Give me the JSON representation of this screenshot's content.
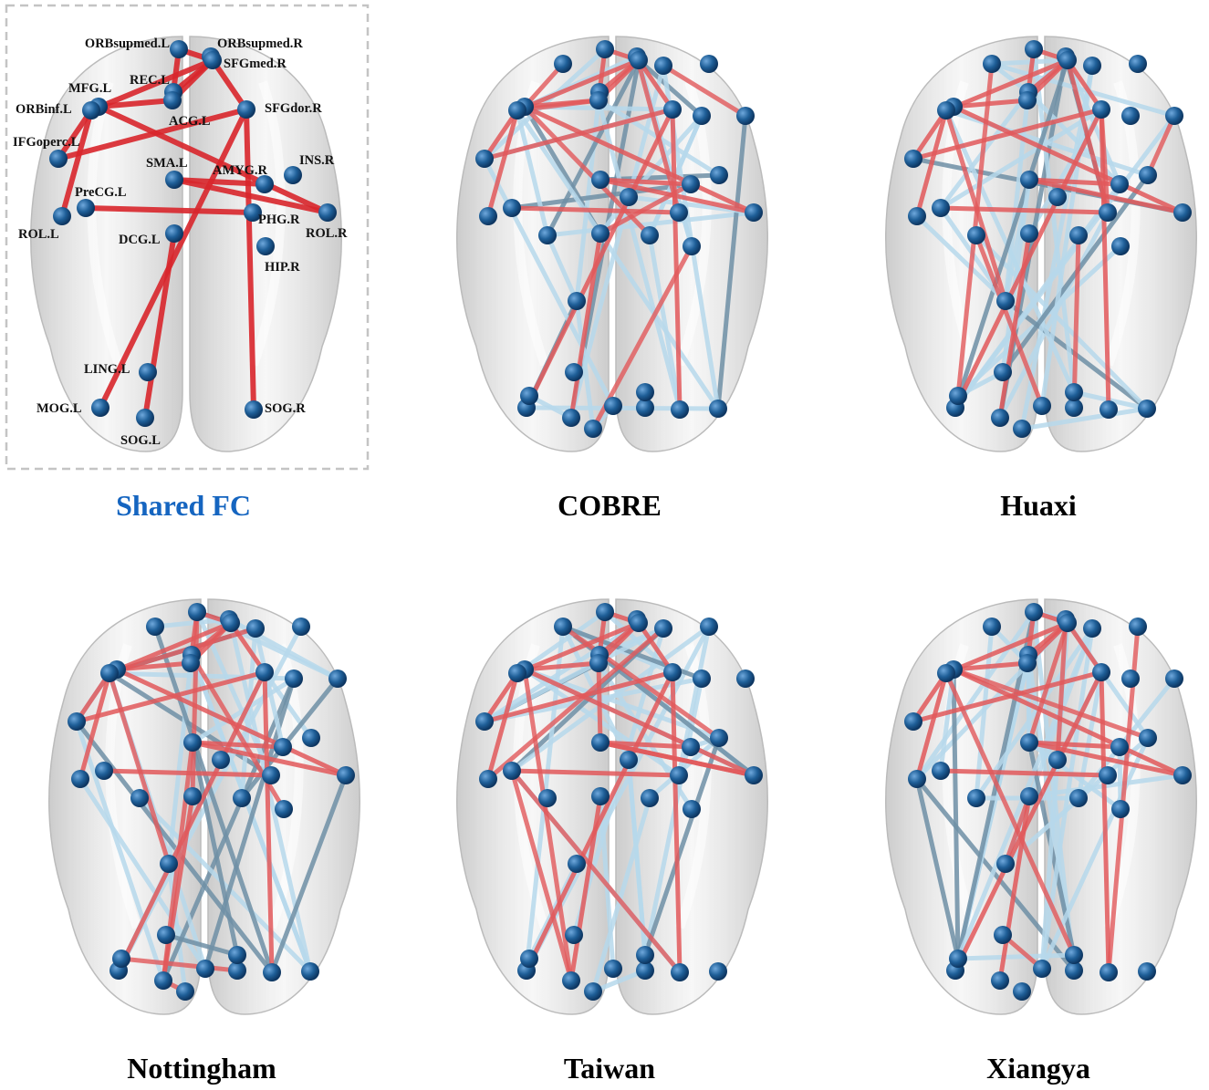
{
  "figure": {
    "colors": {
      "shared_edge": "#d9262c",
      "positive_edge": "#e2595b",
      "negative_edge": "#b7d9ec",
      "negative_edge_dark": "#6f90a6",
      "node": "#1f5f98",
      "node_highlight": "#4a90c9",
      "brain": "#cfcfcf",
      "title_shared": "#1565c0",
      "title_default": "#000000",
      "frame": "#c4c4c4"
    },
    "panels": [
      {
        "title": "Shared FC",
        "node_labels": [
          "ORBsupmed.L",
          "ORBsupmed.R",
          "SFGmed.R",
          "REC.L",
          "MFG.L",
          "ORBinf.L",
          "ACG.L",
          "SFGdor.R",
          "IFGoperc.L",
          "INS.R",
          "SMA.L",
          "AMYG.R",
          "PreCG.L",
          "ROL.L",
          "PHG.R",
          "ROL.R",
          "DCG.L",
          "HIP.R",
          "LING.L",
          "MOG.L",
          "SOG.R",
          "SOG.L"
        ]
      },
      {
        "title": "COBRE"
      },
      {
        "title": "Huaxi"
      },
      {
        "title": "Nottingham"
      },
      {
        "title": "Taiwan"
      },
      {
        "title": "Xiangya"
      }
    ]
  }
}
